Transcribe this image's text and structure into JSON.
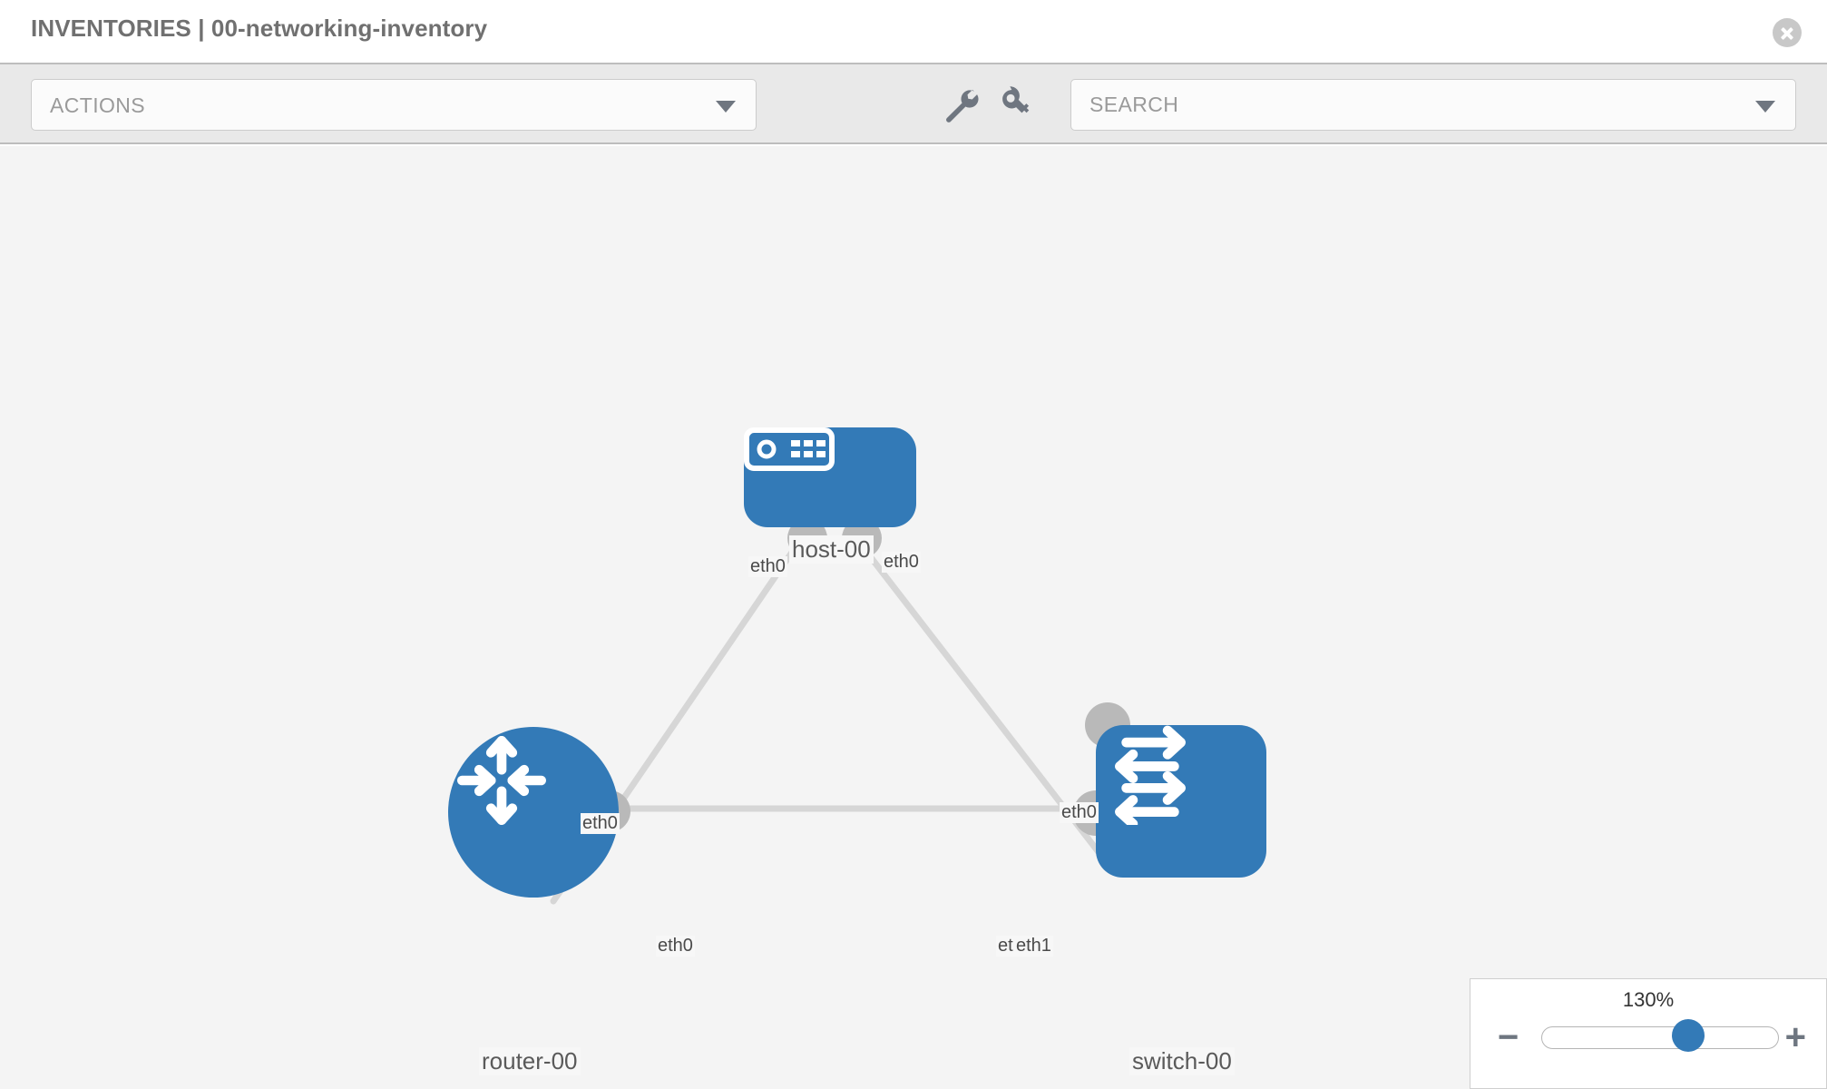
{
  "header": {
    "title": "INVENTORIES | 00-networking-inventory",
    "close_label": "×"
  },
  "toolbar": {
    "actions_label": "ACTIONS",
    "wrench_icon": "wrench-icon",
    "key_icon": "key-icon",
    "search_placeholder": "SEARCH",
    "search_value": ""
  },
  "topology": {
    "nodes": [
      {
        "id": "host-00",
        "label": "host-00",
        "type": "host",
        "icon": "server-icon"
      },
      {
        "id": "router-00",
        "label": "router-00",
        "type": "router",
        "icon": "router-arrows-icon"
      },
      {
        "id": "switch-00",
        "label": "switch-00",
        "type": "switch",
        "icon": "switch-arrows-icon"
      }
    ],
    "links": [
      {
        "from": "host-00",
        "from_iface": "eth0",
        "to": "router-00",
        "to_iface": "eth0"
      },
      {
        "from": "host-00",
        "from_iface": "eth0",
        "to": "switch-00",
        "to_iface": "eth0"
      },
      {
        "from": "router-00",
        "from_iface": "eth0",
        "to": "switch-00",
        "to_iface": "eth1"
      }
    ],
    "edge_labels": {
      "host_left": "eth0",
      "host_right": "eth0",
      "router_up": "eth0",
      "switch_up": "eth0",
      "router_right": "eth0",
      "switch_left_a": "eth",
      "switch_left_b": "eth1"
    }
  },
  "zoom_control": {
    "level": "130%",
    "minus_label": "−",
    "plus_label": "+",
    "value": 130,
    "min": 10,
    "max": 200
  },
  "colors": {
    "node_blue": "#337ab7",
    "toolbar_bg": "#e9e9e9",
    "canvas_bg": "#f4f4f4",
    "iface_gray": "#b9b9b9",
    "edge_gray": "#d3d3d3",
    "title_gray": "#707070"
  }
}
